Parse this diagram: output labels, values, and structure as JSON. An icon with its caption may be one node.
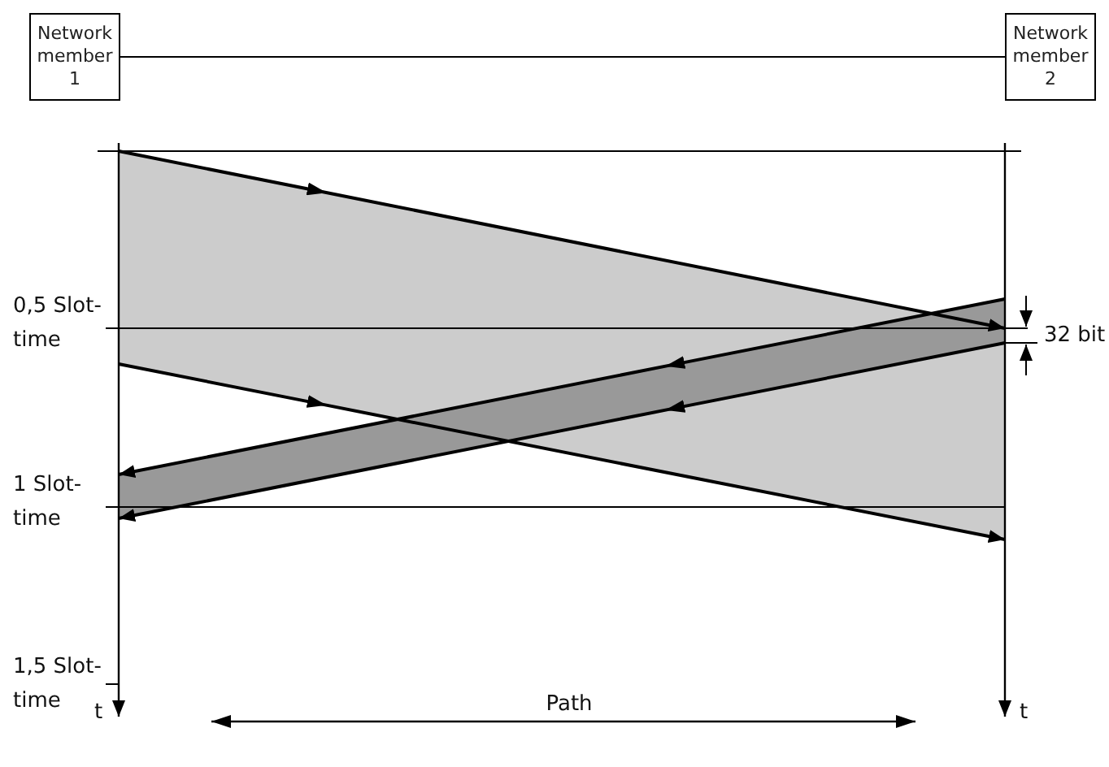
{
  "diagram": {
    "nodes": [
      {
        "text": [
          "Network member 1"
        ]
      },
      {
        "text": [
          "Network member 2"
        ]
      }
    ],
    "edges": [
      {
        "from": 0,
        "to": 1,
        "arrow": "none"
      }
    ],
    "labels": [
      "0,5 Slot-time",
      "32 bit",
      "1 Slot-time",
      "1,5 Slot-time",
      "t",
      "Path",
      "t"
    ]
  }
}
